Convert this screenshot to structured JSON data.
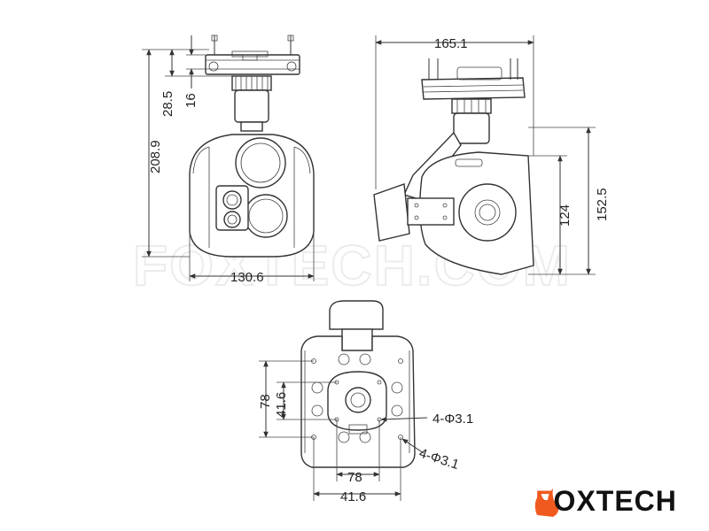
{
  "watermark": "FOXTECH.COM",
  "brand": {
    "first_letter": "F",
    "rest": "OXTECH",
    "accent_color": "#f05a1e"
  },
  "front_view": {
    "height_total": "208.9",
    "height_upper": "28.5",
    "height_mount": "16",
    "width": "130.6"
  },
  "side_view": {
    "width": "165.1",
    "height_body": "152.5",
    "height_lower": "124"
  },
  "bottom_view": {
    "height_outer": "78",
    "height_inner": "41.6",
    "width_outer": "78",
    "width_inner": "41.6",
    "hole_callout_1": "4-Φ3.1",
    "hole_callout_2": "4-Φ3.1"
  }
}
